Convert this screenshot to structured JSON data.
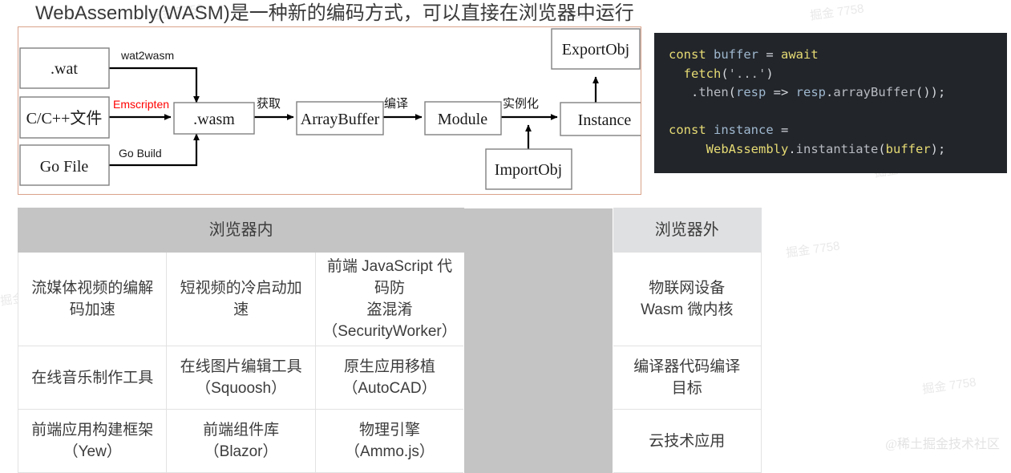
{
  "page": {
    "title": "WebAssembly(WASM)是一种新的编码方式，可以直接在浏览器中运行",
    "corner_watermark": "@稀土掘金技术社区",
    "tile_watermark": "掘金 7758",
    "diagram_border_color": "#d9a28a",
    "accent_red": "#ff0000"
  },
  "diagram": {
    "nodes": [
      {
        "id": "wat",
        "label": ".wat"
      },
      {
        "id": "cpp",
        "label": "C/C++文件"
      },
      {
        "id": "gofile",
        "label": "Go File"
      },
      {
        "id": "wasm",
        "label": ".wasm"
      },
      {
        "id": "arraybuffer",
        "label": "ArrayBuffer"
      },
      {
        "id": "module",
        "label": "Module"
      },
      {
        "id": "instance",
        "label": "Instance"
      },
      {
        "id": "exportobj",
        "label": "ExportObj"
      },
      {
        "id": "importobj",
        "label": "ImportObj"
      }
    ],
    "edges": [
      {
        "id": "e1",
        "label": "wat2wasm",
        "from": "wat",
        "to": "wasm",
        "color": "#000000"
      },
      {
        "id": "e2",
        "label": "Emscripten",
        "from": "cpp",
        "to": "wasm",
        "color": "#ff0000"
      },
      {
        "id": "e3",
        "label": "Go Build",
        "from": "gofile",
        "to": "wasm",
        "color": "#000000"
      },
      {
        "id": "e4",
        "label": "获取",
        "from": "wasm",
        "to": "arraybuffer",
        "color": "#000000"
      },
      {
        "id": "e5",
        "label": "编译",
        "from": "arraybuffer",
        "to": "module",
        "color": "#000000"
      },
      {
        "id": "e6",
        "label": "实例化",
        "from": "module",
        "to": "instance",
        "color": "#000000"
      },
      {
        "id": "e7",
        "label": "",
        "from": "importobj",
        "to": "instance",
        "color": "#000000"
      },
      {
        "id": "e8",
        "label": "",
        "from": "instance",
        "to": "exportobj",
        "color": "#000000"
      }
    ]
  },
  "code": {
    "language": "javascript",
    "background": "#22252a",
    "lines": [
      [
        {
          "t": "const ",
          "c": "kw"
        },
        {
          "t": "buffer ",
          "c": "var"
        },
        {
          "t": "= ",
          "c": "punc"
        },
        {
          "t": "await",
          "c": "kw"
        }
      ],
      [
        {
          "t": "  fetch",
          "c": "fn"
        },
        {
          "t": "(",
          "c": "punc"
        },
        {
          "t": "'...'",
          "c": "str"
        },
        {
          "t": ")",
          "c": "punc"
        }
      ],
      [
        {
          "t": "   .",
          "c": "punc"
        },
        {
          "t": "then",
          "c": "prop"
        },
        {
          "t": "(",
          "c": "punc"
        },
        {
          "t": "resp ",
          "c": "var"
        },
        {
          "t": "=> ",
          "c": "punc"
        },
        {
          "t": "resp",
          "c": "var"
        },
        {
          "t": ".",
          "c": "punc"
        },
        {
          "t": "arrayBuffer",
          "c": "prop"
        },
        {
          "t": "());",
          "c": "punc"
        }
      ],
      [],
      [
        {
          "t": "const ",
          "c": "kw"
        },
        {
          "t": "instance ",
          "c": "var"
        },
        {
          "t": "=",
          "c": "punc"
        }
      ],
      [
        {
          "t": "     WebAssembly",
          "c": "kw"
        },
        {
          "t": ".",
          "c": "punc"
        },
        {
          "t": "instantiate",
          "c": "prop"
        },
        {
          "t": "(",
          "c": "punc"
        },
        {
          "t": "buffer",
          "c": "kw"
        },
        {
          "t": ");",
          "c": "punc"
        }
      ]
    ],
    "plain_text": "const buffer = await\n  fetch('...')\n   .then(resp => resp.arrayBuffer());\n\nconst instance =\n     WebAssembly.instantiate(buffer);"
  },
  "table": {
    "headers": {
      "in_browser": "浏览器内",
      "out_browser": "浏览器外"
    },
    "rows": [
      {
        "in": [
          "流媒体视频的编解\n码加速",
          "短视频的冷启动加\n速",
          "前端 JavaScript 代码防\n盗混淆\n（SecurityWorker）"
        ],
        "out": "物联网设备\nWasm 微内核"
      },
      {
        "in": [
          "在线音乐制作工具",
          "在线图片编辑工具\n（Squoosh）",
          "原生应用移植\n（AutoCAD）"
        ],
        "out": "编译器代码编译\n目标"
      },
      {
        "in": [
          "前端应用构建框架\n（Yew）",
          "前端组件库\n（Blazor）",
          "物理引擎\n（Ammo.js）"
        ],
        "out": "云技术应用"
      }
    ]
  }
}
